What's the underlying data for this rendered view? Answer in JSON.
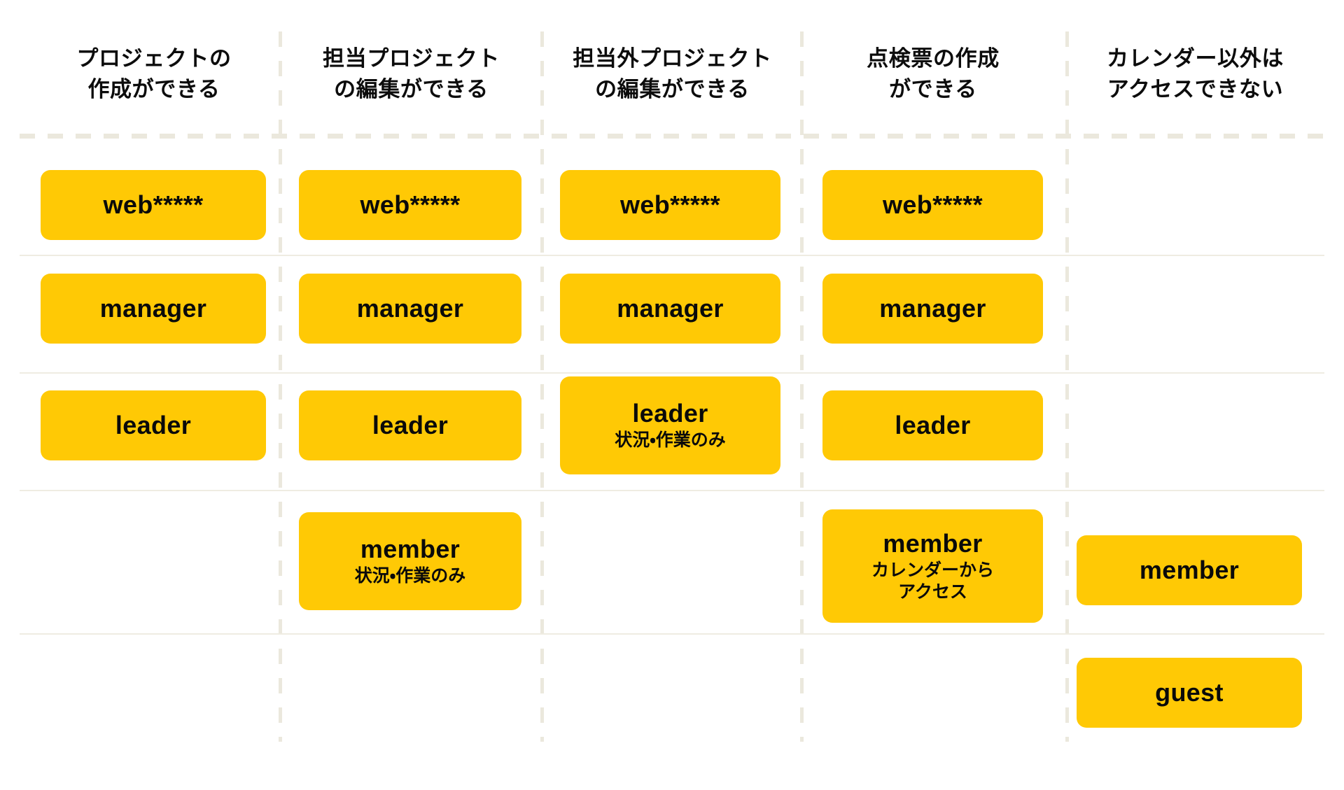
{
  "theme": {
    "badge_color": "#FFC905",
    "badge_text_color": "#0A0A0A",
    "divider_color": "#EBE8DD",
    "row_line_color": "#EFECE2",
    "background": "#FFFFFF"
  },
  "headers": [
    {
      "id": "create-project",
      "label": "プロジェクトの\n作成ができる"
    },
    {
      "id": "edit-own-project",
      "label": "担当プロジェクト\nの編集ができる"
    },
    {
      "id": "edit-other-project",
      "label": "担当外プロジェクト\nの編集ができる"
    },
    {
      "id": "create-inspection",
      "label": "点検票の作成\nができる"
    },
    {
      "id": "calendar-only-access",
      "label": "カレンダー以外は\nアクセスできない"
    }
  ],
  "rows": [
    {
      "id": "row-web",
      "cells": [
        {
          "role": "web*****",
          "note": ""
        },
        {
          "role": "web*****",
          "note": ""
        },
        {
          "role": "web*****",
          "note": ""
        },
        {
          "role": "web*****",
          "note": ""
        },
        {
          "role": "",
          "note": ""
        }
      ]
    },
    {
      "id": "row-manager",
      "cells": [
        {
          "role": "manager",
          "note": ""
        },
        {
          "role": "manager",
          "note": ""
        },
        {
          "role": "manager",
          "note": ""
        },
        {
          "role": "manager",
          "note": ""
        },
        {
          "role": "",
          "note": ""
        }
      ]
    },
    {
      "id": "row-leader",
      "cells": [
        {
          "role": "leader",
          "note": ""
        },
        {
          "role": "leader",
          "note": ""
        },
        {
          "role": "leader",
          "note": "状況・作業のみ"
        },
        {
          "role": "leader",
          "note": ""
        },
        {
          "role": "",
          "note": ""
        }
      ]
    },
    {
      "id": "row-member",
      "cells": [
        {
          "role": "",
          "note": ""
        },
        {
          "role": "member",
          "note": "状況・作業のみ"
        },
        {
          "role": "",
          "note": ""
        },
        {
          "role": "member",
          "note": "カレンダーから\nアクセス"
        },
        {
          "role": "member",
          "note": ""
        }
      ]
    },
    {
      "id": "row-guest",
      "cells": [
        {
          "role": "",
          "note": ""
        },
        {
          "role": "",
          "note": ""
        },
        {
          "role": "",
          "note": ""
        },
        {
          "role": "",
          "note": ""
        },
        {
          "role": "guest",
          "note": ""
        }
      ]
    }
  ]
}
